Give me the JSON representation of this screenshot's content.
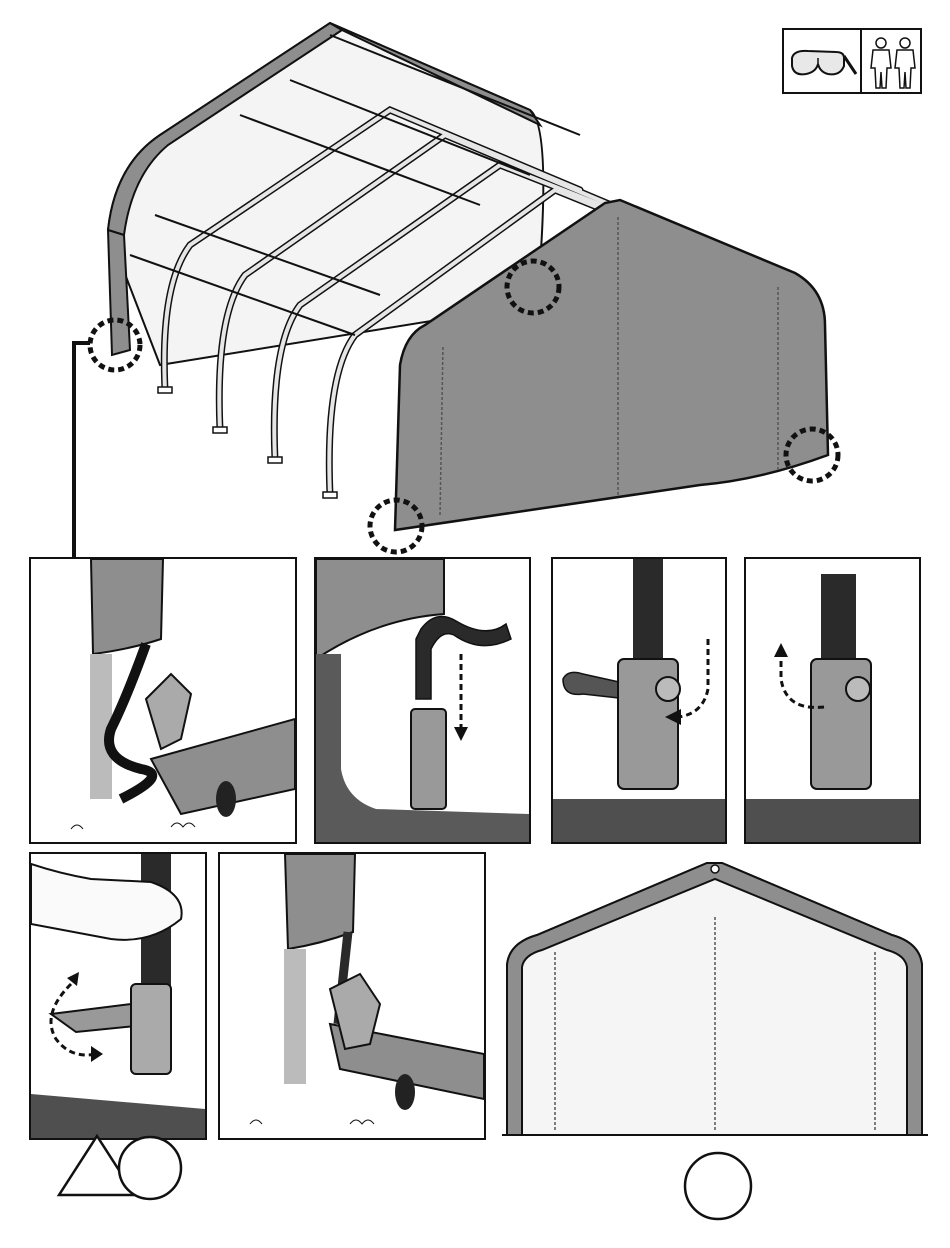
{
  "page": {
    "title": "",
    "caption": ""
  },
  "safety_icons": [
    "safety-glasses-icon",
    "two-person-icon"
  ],
  "overview": {
    "highlight_circles": 4,
    "arrow_target_panel": 1
  },
  "steps": [
    {
      "index": 1,
      "desc_icon": "ratchet-strap-attach-icon"
    },
    {
      "index": 2,
      "desc_icon": "strap-insert-icon"
    },
    {
      "index": 3,
      "desc_icon": "ratchet-feed-icon"
    },
    {
      "index": 4,
      "desc_icon": "ratchet-pull-icon"
    },
    {
      "index": 5,
      "desc_icon": "ratchet-crank-icon"
    },
    {
      "index": 6,
      "desc_icon": "strap-tightened-icon"
    },
    {
      "index": 7,
      "desc_icon": "front-view-result-icon"
    }
  ],
  "warning_marker": {
    "shape": "triangle-with-circle",
    "text": ""
  },
  "result_marker": {
    "shape": "circle",
    "text": ""
  },
  "colors": {
    "cover": "#8e8e8e",
    "cover_dark": "#6f6f6f",
    "frame": "#d6d6d6",
    "strap": "#2a2a2a",
    "ink": "#111111",
    "ground": "#4f4f4f"
  }
}
